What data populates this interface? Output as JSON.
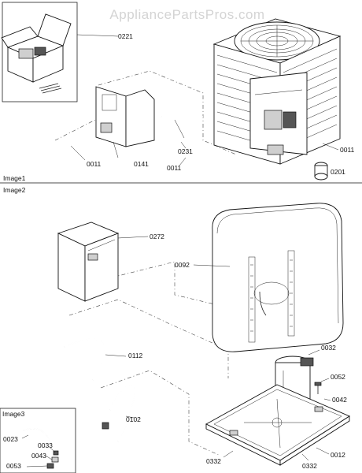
{
  "watermark": "AppliancePartsPros.com",
  "sections": {
    "image1": "Image1",
    "image2": "Image2",
    "image3": "Image3"
  },
  "labels": {
    "p0221": "0221",
    "p0011_a": "0011",
    "p0141": "0141",
    "p0231": "0231",
    "p0011_b": "0011",
    "p0011_c": "0011",
    "p0201": "0201",
    "p0272": "0272",
    "p0092": "0092",
    "p0112": "0112",
    "p0032": "0032",
    "p0052": "0052",
    "p0042": "0042",
    "p0102": "0102",
    "p0012": "0012",
    "p0332_a": "0332",
    "p0332_b": "0332",
    "p0023": "0023",
    "p0033": "0033",
    "p0043": "0043",
    "p0053": "0053"
  }
}
